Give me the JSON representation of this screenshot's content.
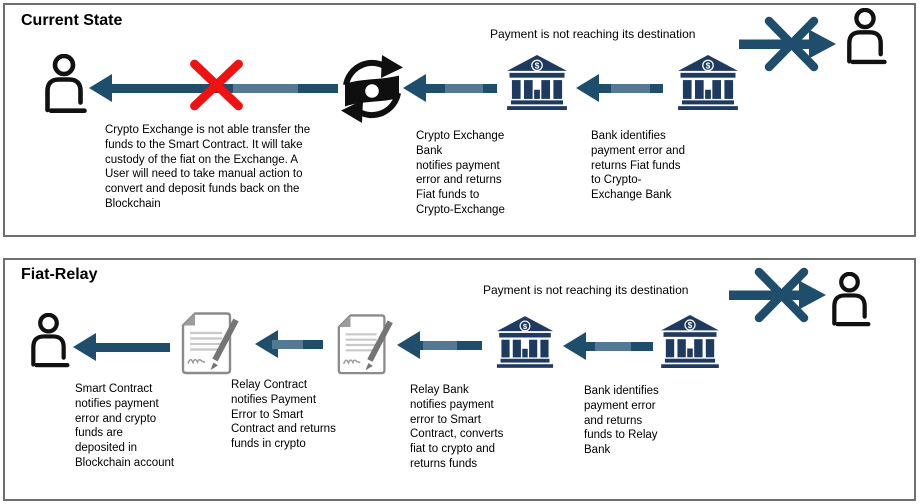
{
  "panels": {
    "current_state": {
      "title": "Current State",
      "warning": "Payment is not reaching its destination",
      "notes": {
        "user": "Crypto Exchange is not able transfer the\nfunds to the Smart Contract. It will take\ncustody of the fiat on the Exchange. A\nUser will need to take manual action to\nconvert and deposit funds back on the\nBlockchain",
        "exchange_bank": "Crypto Exchange\nBank\nnotifies payment\nerror and returns\nFiat funds to\nCrypto-Exchange",
        "bank": "Bank identifies\npayment error and\nreturns Fiat funds\nto Crypto-\nExchange  Bank"
      }
    },
    "fiat_relay": {
      "title": "Fiat-Relay",
      "warning": "Payment is not reaching its destination",
      "notes": {
        "smart_contract": "Smart Contract\nnotifies payment\nerror and crypto\nfunds are\ndeposited in\nBlockchain account",
        "relay_contract": "Relay Contract\nnotifies Payment\nError to Smart\nContract and returns\nfunds in crypto",
        "relay_bank": "Relay Bank\nnotifies payment\nerror to Smart\nContract,  converts\nfiat to crypto and\nreturns funds",
        "bank": "Bank identifies\npayment error\nand returns\nfunds to Relay\nBank"
      }
    }
  },
  "icons": {
    "bank_symbol": "$"
  },
  "colors": {
    "flow_arrow": "#1F4E6D",
    "arrow_highlight": "#7d9cb6",
    "bank_navy": "#1F3A60",
    "error_x_red": "#EE1212",
    "panel_border": "#6f6f6f",
    "document_gray": "#8b8b8b",
    "text": "#000000"
  }
}
